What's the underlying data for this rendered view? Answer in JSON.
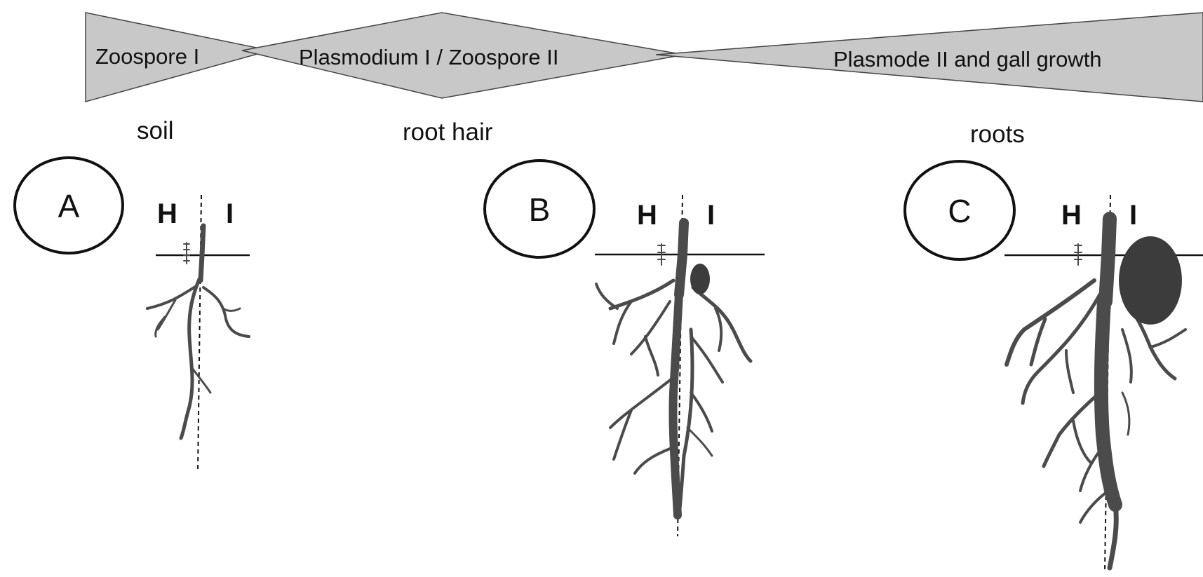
{
  "stages": [
    {
      "key": "stage1",
      "label": "Zoospore I"
    },
    {
      "key": "stage2",
      "label": "Plasmodium I / Zoospore II"
    },
    {
      "key": "stage3",
      "label": "Plasmode II  and gall growth"
    }
  ],
  "locations": [
    "soil",
    "root hair",
    "roots"
  ],
  "panels": [
    {
      "letter": "A",
      "left_label": "H",
      "right_label": "I"
    },
    {
      "letter": "B",
      "left_label": "H",
      "right_label": "I"
    },
    {
      "letter": "C",
      "left_label": "H",
      "right_label": "I"
    }
  ],
  "colors": {
    "stage_fill": "#c8c8c8",
    "root_stroke": "#4b4b4b",
    "gall_fill": "#3c3c3c"
  }
}
